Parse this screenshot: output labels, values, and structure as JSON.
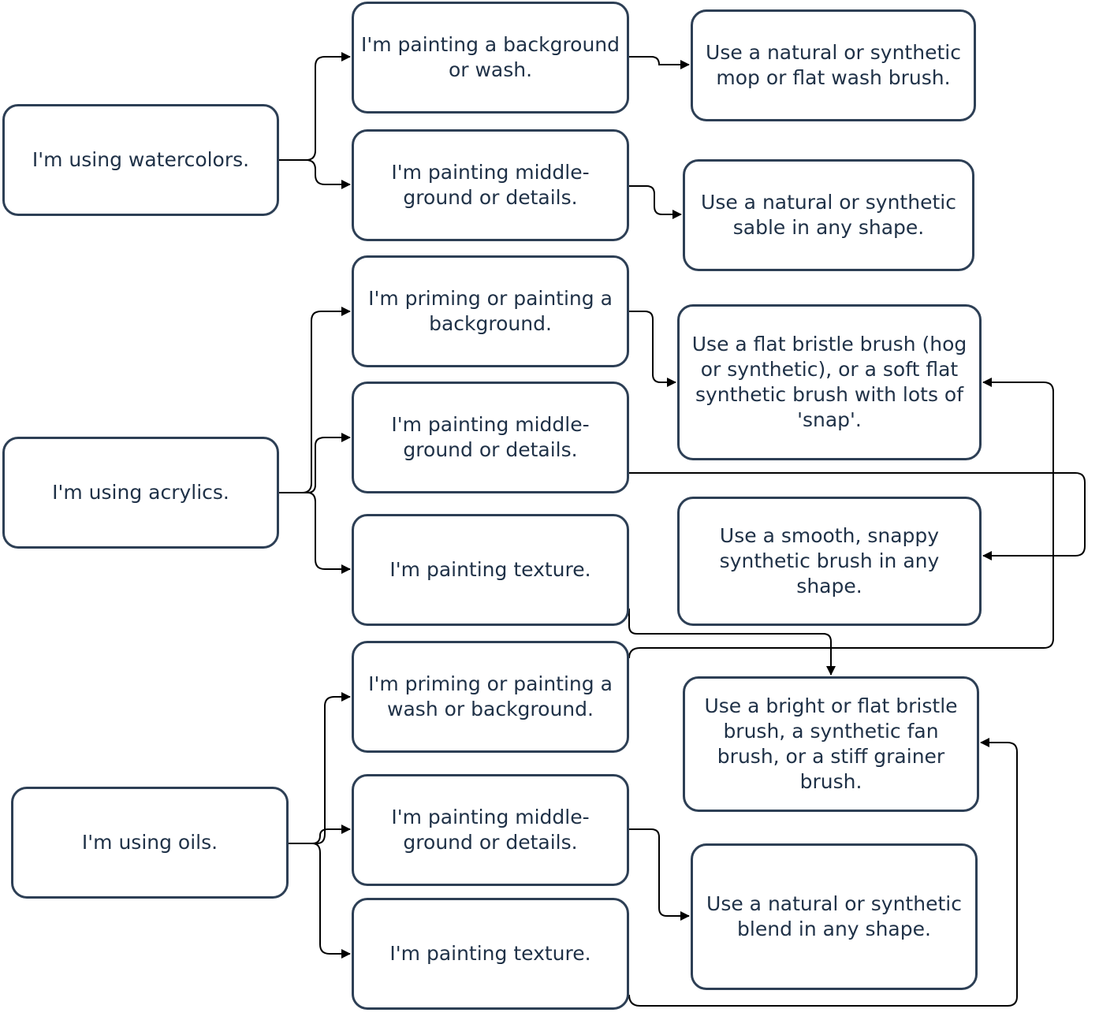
{
  "watercolor": {
    "source": "I'm using watercolors.",
    "option_background": "I'm painting a background or wash.",
    "option_details": "I'm painting middle-ground or details.",
    "result_mop": "Use a natural or synthetic mop or flat wash brush.",
    "result_sable": "Use a natural or synthetic sable in any shape."
  },
  "acrylic": {
    "source": "I'm using acrylics.",
    "option_background": "I'm priming or painting a background.",
    "option_details": "I'm painting middle-ground or details.",
    "option_texture": "I'm painting texture.",
    "result_flat_bristle": "Use a flat bristle brush (hog or synthetic), or a soft flat synthetic brush with lots of 'snap'.",
    "result_smooth": "Use a smooth, snappy synthetic brush in any shape."
  },
  "oil": {
    "source": "I'm using oils.",
    "option_background": "I'm priming or painting a wash or background.",
    "option_details": "I'm painting middle-ground or details.",
    "option_texture": "I'm painting texture.",
    "result_bright": "Use a bright or flat bristle brush, a synthetic fan brush, or a stiff grainer brush.",
    "result_blend": "Use a natural or synthetic blend in any shape."
  },
  "colors": {
    "node_border": "#2d3f55",
    "node_text": "#1f3147",
    "edge": "#000000"
  }
}
